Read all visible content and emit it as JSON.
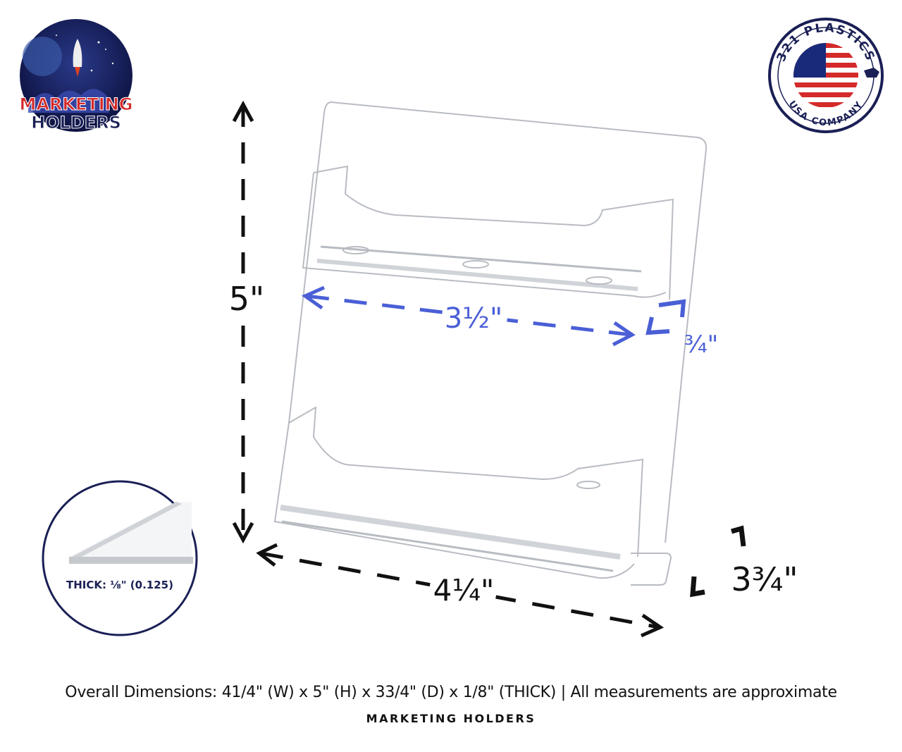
{
  "logo_left": {
    "line1": "MARKETING",
    "line2": "HOLDERS"
  },
  "logo_right": {
    "top": "321 PLASTICS",
    "bottom": "USA COMPANY"
  },
  "dimensions": {
    "height": "5\"",
    "width_slot": "3½\"",
    "depth_slot": "¾\"",
    "width": "4¼\"",
    "depth": "3¾\""
  },
  "thickness_inset": {
    "label": "THICK: ⅛\" (0.125)"
  },
  "colors": {
    "accent": "#4a5fd6",
    "navy": "#1a1f55",
    "arrow": "#111111",
    "logo_red": "#d42a2a"
  },
  "footer": {
    "caption": "Overall Dimensions: 41/4\" (W) x 5\" (H) x 33/4\" (D) x 1/8\" (THICK)  |   All measurements are approximate",
    "brand": "MARKETING HOLDERS"
  }
}
